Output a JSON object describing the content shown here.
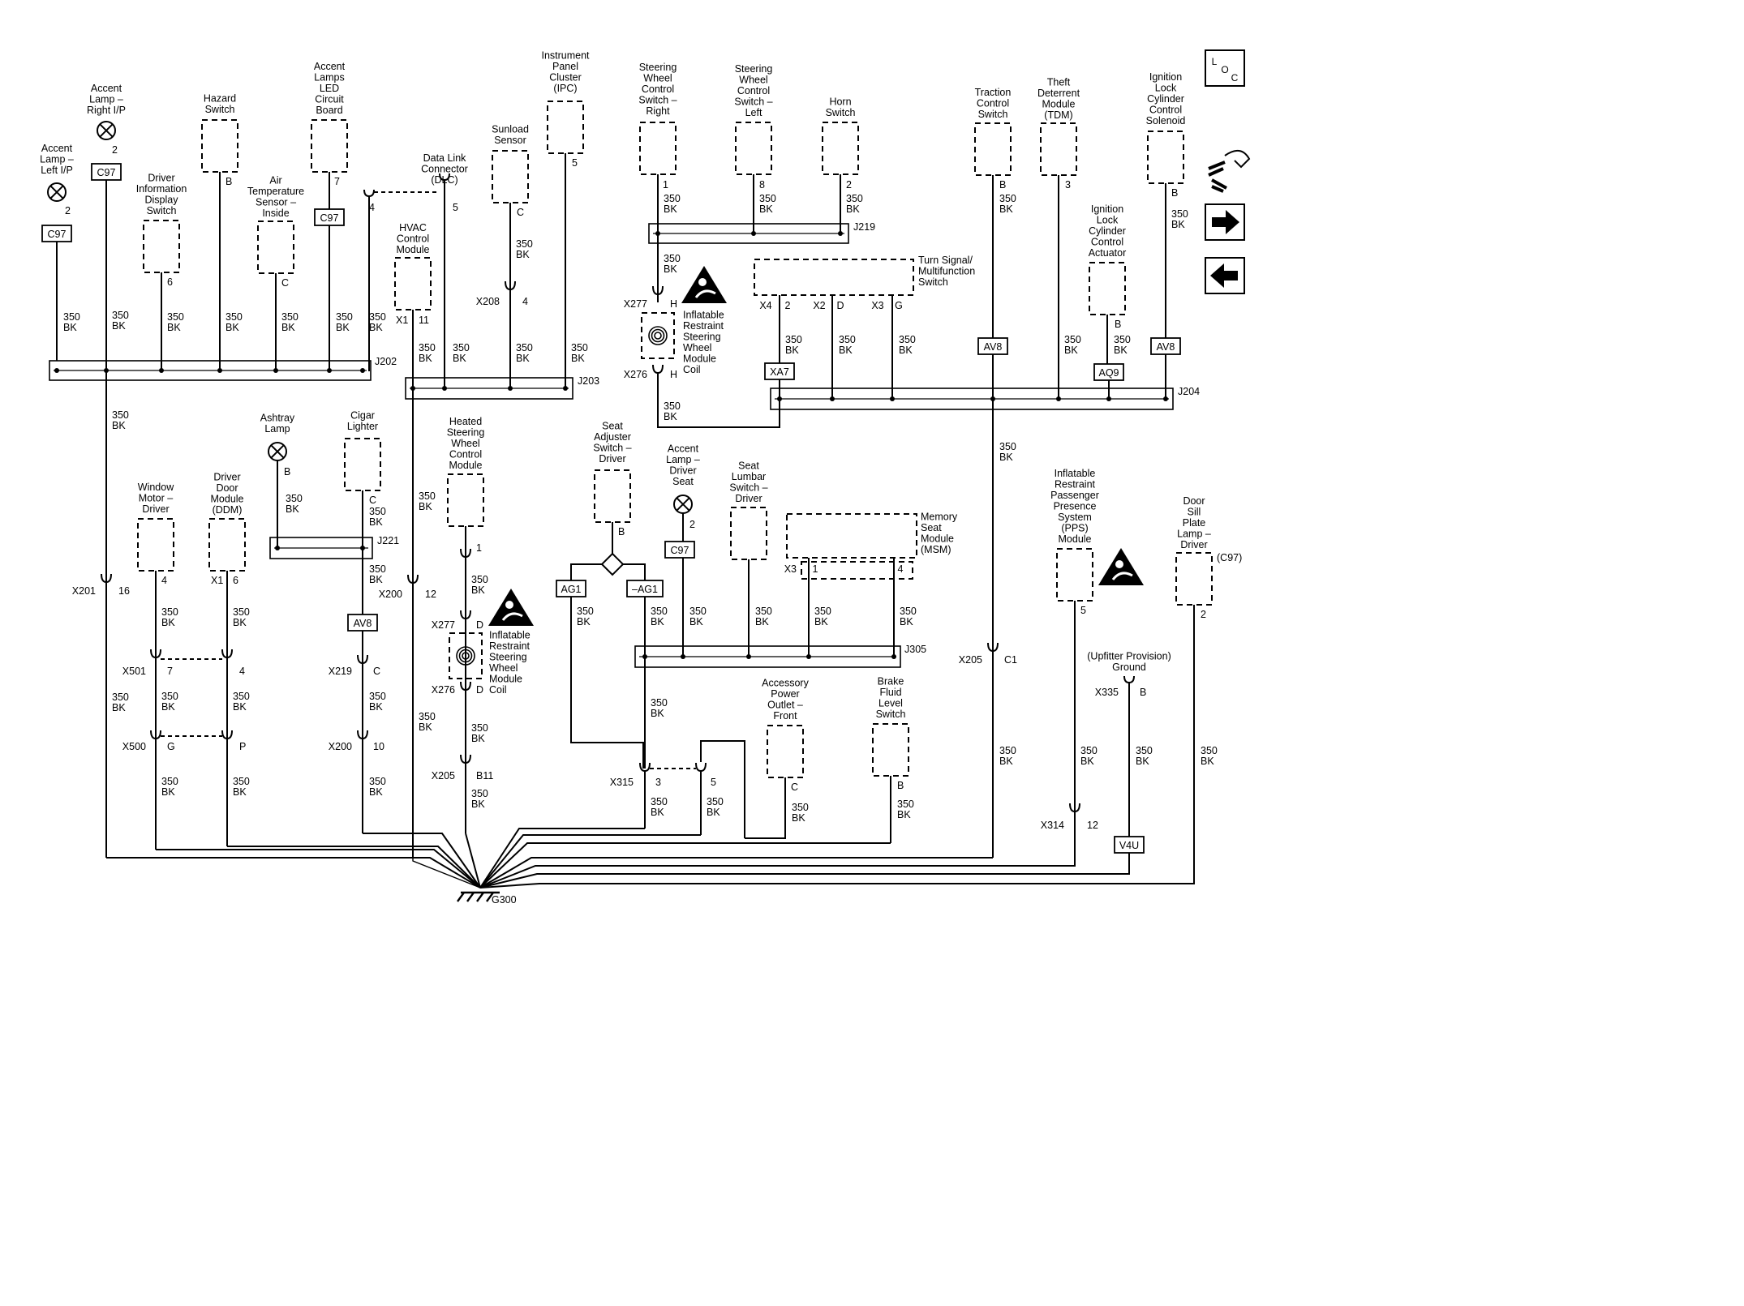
{
  "nav": {
    "loc": {
      "l": "L",
      "o": "O",
      "c": "C"
    },
    "icons": [
      "connector-icon",
      "arrow-right-icon",
      "arrow-left-icon"
    ]
  },
  "wire": {
    "size": "350",
    "color": "BK"
  },
  "ground": "G300",
  "splices": {
    "j202": "J202",
    "j203": "J203",
    "j204": "J204",
    "j219": "J219",
    "j221": "J221",
    "j305": "J305"
  },
  "components": {
    "accent_lamp_left": {
      "label": [
        "Accent",
        "Lamp –",
        "Left I/P"
      ],
      "pin": "2",
      "conn": "C97"
    },
    "accent_lamp_right": {
      "label": [
        "Accent",
        "Lamp –",
        "Right I/P"
      ],
      "pin": "2",
      "conn": "C97"
    },
    "driver_info": {
      "label": [
        "Driver",
        "Information",
        "Display",
        "Switch"
      ],
      "pin": "6"
    },
    "hazard": {
      "label": [
        "Hazard",
        "Switch"
      ],
      "pin": "B"
    },
    "air_temp": {
      "label": [
        "Air",
        "Temperature",
        "Sensor –",
        "Inside"
      ],
      "pin": "C"
    },
    "accent_led": {
      "label": [
        "Accent",
        "Lamps",
        "LED",
        "Circuit",
        "Board"
      ],
      "pin": "7",
      "conn": "C97"
    },
    "dlc": {
      "label": [
        "Data Link",
        "Connector",
        "(DLC)"
      ],
      "pin_a": "4",
      "pin_b": "5"
    },
    "hvac": {
      "label": [
        "HVAC",
        "Control",
        "Module"
      ],
      "conn": "X1",
      "pin": "11"
    },
    "sunload": {
      "label": [
        "Sunload",
        "Sensor"
      ],
      "pin": "C",
      "x_conn": "X208",
      "x_pin": "4"
    },
    "ipc": {
      "label": [
        "Instrument",
        "Panel",
        "Cluster",
        "(IPC)"
      ],
      "pin": "5"
    },
    "swc_right": {
      "label": [
        "Steering",
        "Wheel",
        "Control",
        "Switch –",
        "Right"
      ],
      "pin": "1"
    },
    "swc_left": {
      "label": [
        "Steering",
        "Wheel",
        "Control",
        "Switch –",
        "Left"
      ],
      "pin": "8"
    },
    "horn": {
      "label": [
        "Horn",
        "Switch"
      ],
      "pin": "2"
    },
    "coil_upper": {
      "label": [
        "Inflatable",
        "Restraint",
        "Steering",
        "Wheel",
        "Module",
        "Coil"
      ],
      "x_top": "X277",
      "pin_top": "H",
      "x_bot": "X276",
      "pin_bot": "H"
    },
    "turn_signal": {
      "label": [
        "Turn Signal/",
        "Multifunction",
        "Switch"
      ],
      "pins": [
        "X4",
        "2",
        "X2",
        "D",
        "X3",
        "G"
      ],
      "conn": "XA7"
    },
    "traction": {
      "label": [
        "Traction",
        "Control",
        "Switch"
      ],
      "pin": "B",
      "conn": "AV8"
    },
    "tdm": {
      "label": [
        "Theft",
        "Deterrent",
        "Module",
        "(TDM)"
      ],
      "pin": "3"
    },
    "ign_solenoid": {
      "label": [
        "Ignition",
        "Lock",
        "Cylinder",
        "Control",
        "Solenoid"
      ],
      "pin": "B",
      "conn": "AV8"
    },
    "ign_actuator": {
      "label": [
        "Ignition",
        "Lock",
        "Cylinder",
        "Control",
        "Actuator"
      ],
      "pin": "B",
      "conn": "AQ9"
    },
    "ashtray": {
      "label": [
        "Ashtray",
        "Lamp"
      ],
      "pin": "B"
    },
    "cigar": {
      "label": [
        "Cigar",
        "Lighter"
      ],
      "pin": "C",
      "conn": "AV8",
      "x_conn": "X219",
      "x_pin": "C",
      "x2_conn": "X200",
      "x2_pin": "10"
    },
    "window_motor": {
      "label": [
        "Window",
        "Motor –",
        "Driver"
      ],
      "pin": "4",
      "x_conn": "X501",
      "x_pin": "7",
      "x2_conn": "X500",
      "x2_pin": "G"
    },
    "ddm": {
      "label": [
        "Driver",
        "Door",
        "Module",
        "(DDM)"
      ],
      "conn": "X1",
      "pin": "6",
      "x_pin": "4",
      "x2_pin": "P"
    },
    "x201": {
      "conn": "X201",
      "pin": "16"
    },
    "x200_hvac": {
      "conn": "X200",
      "pin": "12"
    },
    "heated_sw": {
      "label": [
        "Heated",
        "Steering",
        "Wheel",
        "Control",
        "Module"
      ],
      "pin": "1",
      "x_conn": "X205",
      "x_pin": "B11"
    },
    "coil_lower": {
      "label": [
        "Inflatable",
        "Restraint",
        "Steering",
        "Wheel",
        "Module",
        "Coil"
      ],
      "x_top": "X277",
      "pin_top": "D",
      "x_bot": "X276",
      "pin_bot": "D"
    },
    "seat_adjuster": {
      "label": [
        "Seat",
        "Adjuster",
        "Switch –",
        "Driver"
      ],
      "pin": "B",
      "conn_a": "AG1",
      "conn_b": "–AG1"
    },
    "accent_seat": {
      "label": [
        "Accent",
        "Lamp –",
        "Driver",
        "Seat"
      ],
      "pin": "2",
      "conn": "C97"
    },
    "seat_lumbar": {
      "label": [
        "Seat",
        "Lumbar",
        "Switch –",
        "Driver"
      ]
    },
    "msm": {
      "label": [
        "Memory",
        "Seat",
        "Module",
        "(MSM)"
      ],
      "conn": "X3",
      "pin_a": "1",
      "pin_b": "4"
    },
    "x315": {
      "conn": "X315",
      "pin_a": "3",
      "pin_b": "5"
    },
    "power_outlet": {
      "label": [
        "Accessory",
        "Power",
        "Outlet –",
        "Front"
      ],
      "pin": "C"
    },
    "brake_fluid": {
      "label": [
        "Brake",
        "Fluid",
        "Level",
        "Switch"
      ],
      "pin": "B"
    },
    "x205_c1": {
      "conn": "X205",
      "pin": "C1"
    },
    "pps": {
      "label": [
        "Inflatable",
        "Restraint",
        "Passenger",
        "Presence",
        "System",
        "(PPS)",
        "Module"
      ],
      "pin": "5",
      "x_conn": "X314",
      "x_pin": "12"
    },
    "upfitter": {
      "label": [
        "(Upfitter Provision)",
        "Ground"
      ],
      "x_conn": "X335",
      "x_pin": "B",
      "conn": "V4U"
    },
    "door_sill": {
      "label": [
        "Door",
        "Sill",
        "Plate",
        "Lamp –",
        "Driver"
      ],
      "pin": "2",
      "conn": "(C97)"
    }
  }
}
